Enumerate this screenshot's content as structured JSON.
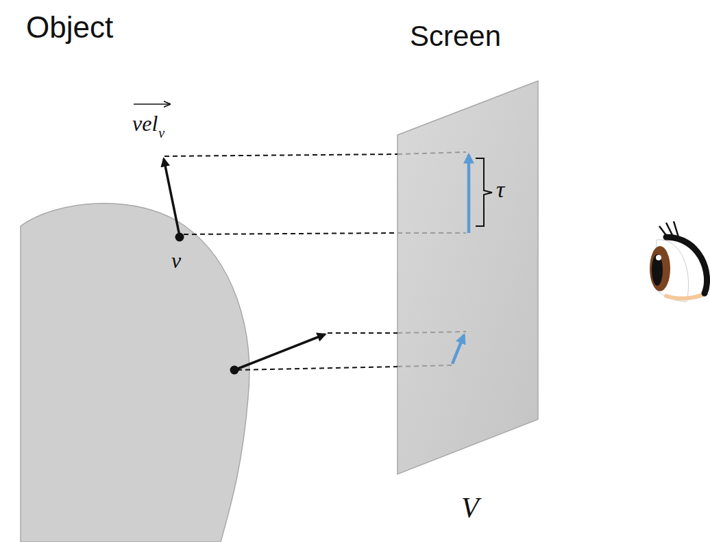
{
  "diagram": {
    "labels": [
      "Object",
      "Screen",
      "vel",
      "v",
      "v",
      "τ",
      "V"
    ]
  }
}
